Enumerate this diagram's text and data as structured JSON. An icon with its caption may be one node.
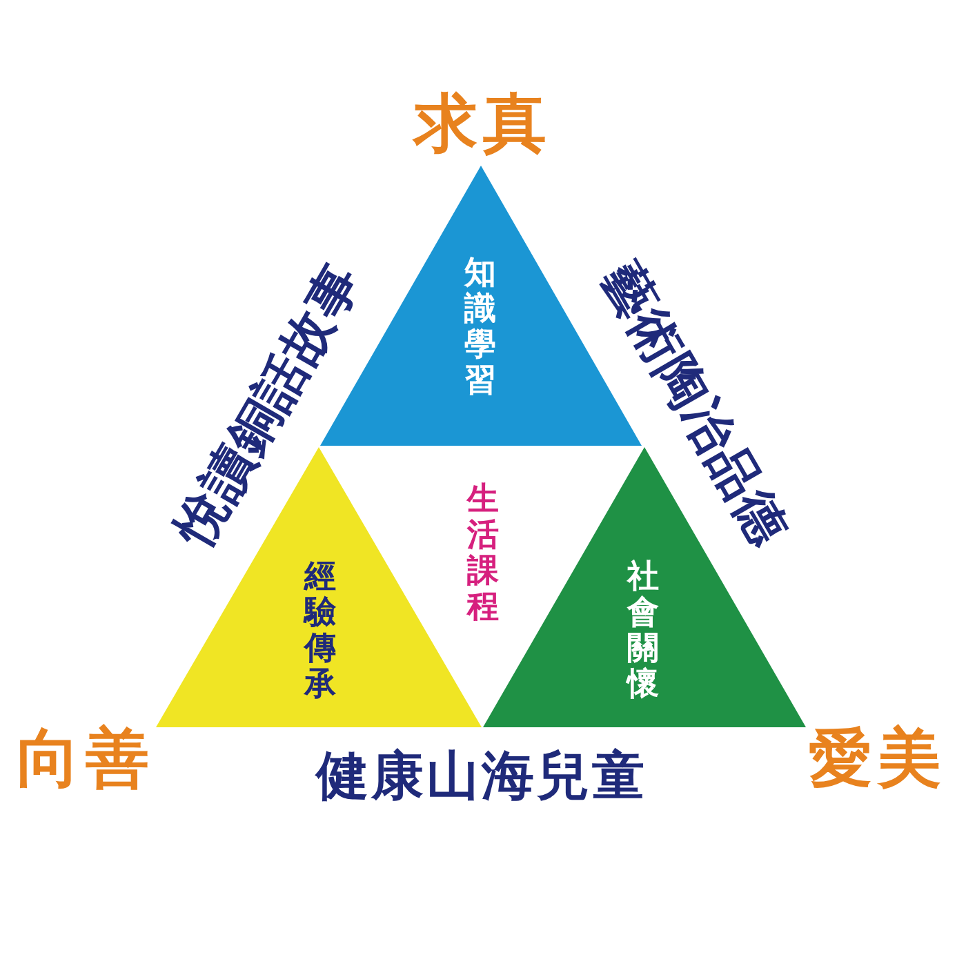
{
  "diagram": {
    "nodes": [
      {
        "text": [
          "知識學習"
        ]
      },
      {
        "text": [
          "經驗傳承"
        ]
      },
      {
        "text": [
          "社會關懷"
        ]
      }
    ],
    "labels": [
      "求真",
      "悅讀銅話故事",
      "藝術陶冶品德",
      "生活課程",
      "向善",
      "健康山海兒童",
      "愛美"
    ]
  }
}
